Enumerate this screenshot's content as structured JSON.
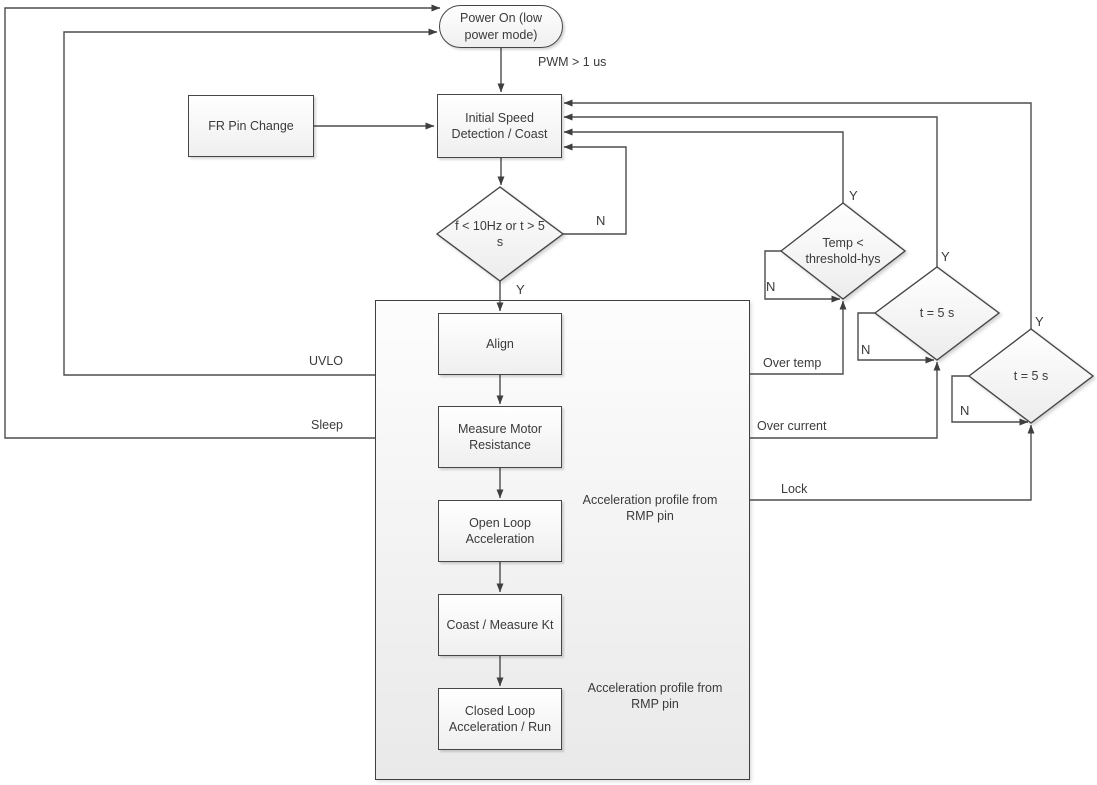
{
  "nodes": {
    "power_on": {
      "label": "Power On (low power mode)",
      "shape": "terminator"
    },
    "fr_pin": {
      "label": "FR Pin Change",
      "shape": "process"
    },
    "initial_speed": {
      "label": "Initial Speed Detection / Coast",
      "shape": "process"
    },
    "align": {
      "label": "Align",
      "shape": "process"
    },
    "measure_motor": {
      "label": "Measure Motor Resistance",
      "shape": "process"
    },
    "open_loop": {
      "label": "Open Loop Acceleration",
      "shape": "process"
    },
    "coast_kt": {
      "label": "Coast / Measure Kt",
      "shape": "process"
    },
    "closed_loop": {
      "label": "Closed Loop Acceleration / Run",
      "shape": "process"
    }
  },
  "decisions": {
    "freq_time": {
      "label": "f < 10Hz or t > 5 s",
      "yes": "Y",
      "no": "N"
    },
    "temp": {
      "label": "Temp < threshold-hys",
      "yes": "Y",
      "no": "N"
    },
    "t5s_1": {
      "label": "t = 5 s",
      "yes": "Y",
      "no": "N"
    },
    "t5s_2": {
      "label": "t = 5 s",
      "yes": "Y",
      "no": "N"
    }
  },
  "edge_labels": {
    "pwm": "PWM > 1 us",
    "uvlo": "UVLO",
    "sleep": "Sleep",
    "over_temp": "Over temp",
    "over_current": "Over current",
    "lock": "Lock",
    "accel_profile_1": "Acceleration profile from RMP pin",
    "accel_profile_2": "Acceleration profile from RMP pin"
  },
  "colors": {
    "line": "#4d4d4d",
    "shape_border": "#464646",
    "shape_fill_top": "#ffffff",
    "shape_fill_bottom": "#ececec",
    "text": "#3a3a3a"
  }
}
